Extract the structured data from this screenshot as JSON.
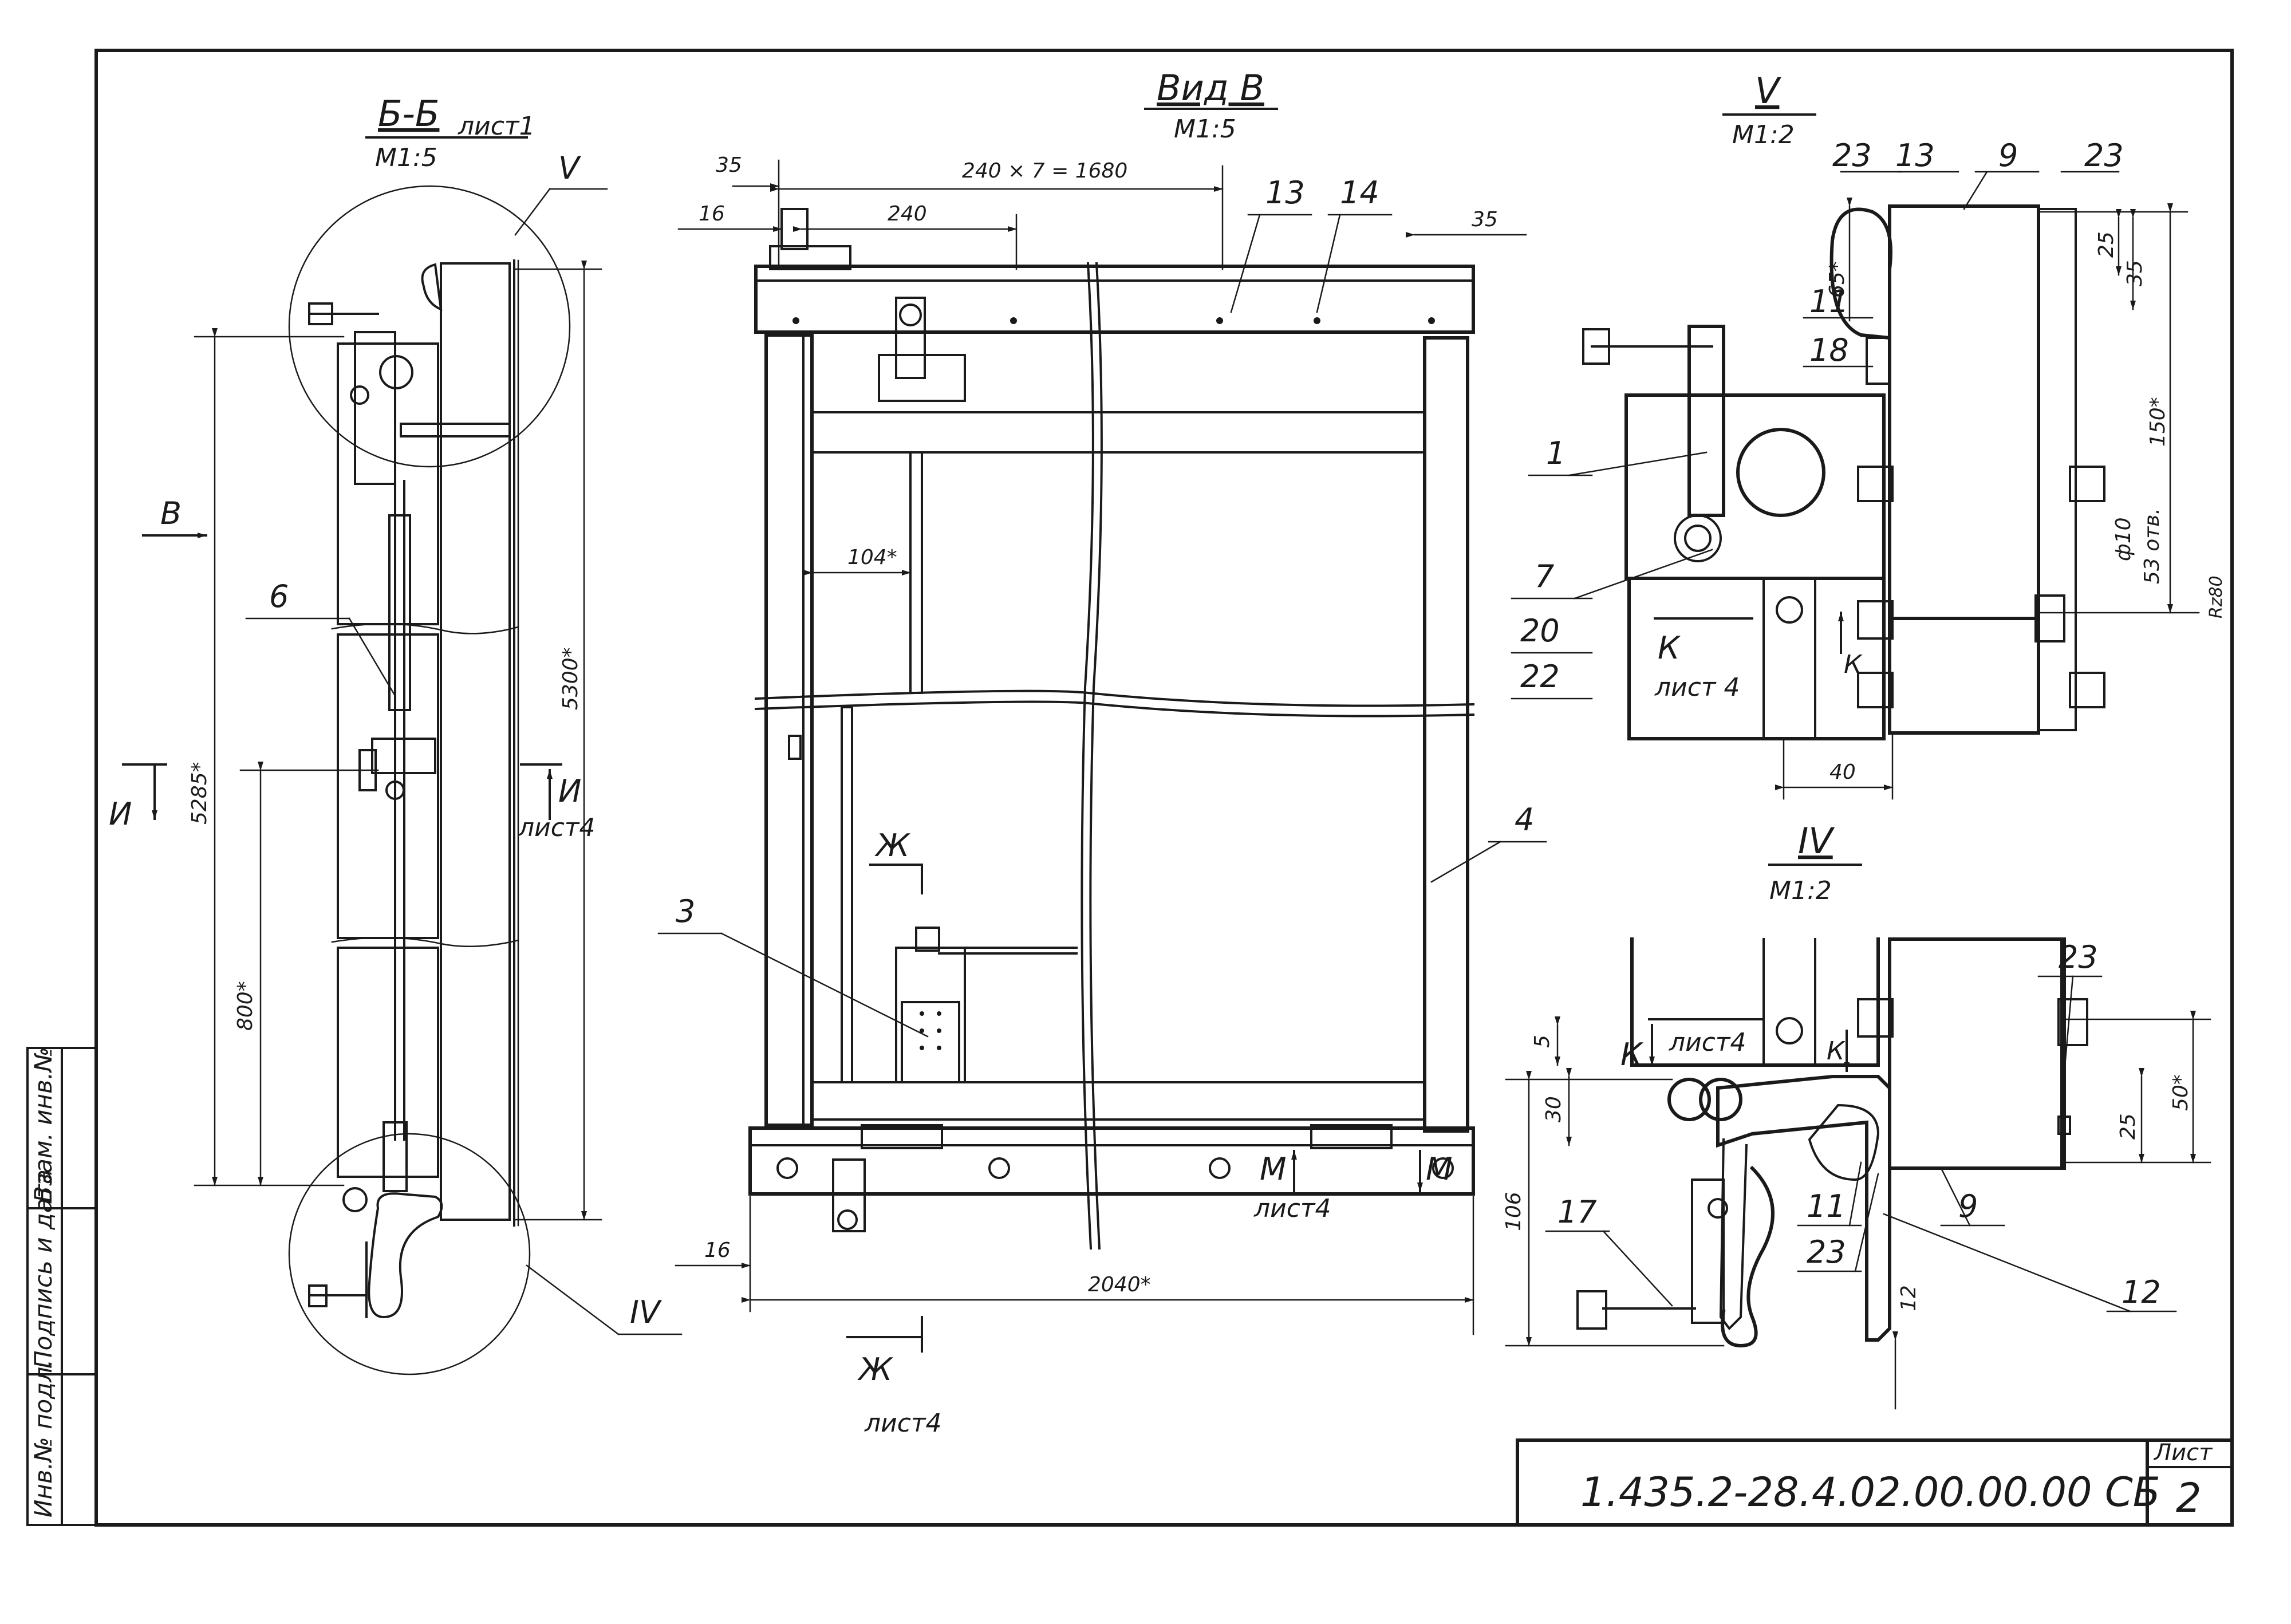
{
  "titles": {
    "section_bb": "Б-Б",
    "section_bb_sheet": "лист1",
    "section_bb_scale": "М1:5",
    "view_v": "Вид В",
    "view_v_scale": "М1:5",
    "detail_v": "V",
    "detail_v_scale": "М1:2",
    "detail_iv": "IV",
    "detail_iv_scale": "М1:2"
  },
  "callouts": {
    "c1": "1",
    "c3": "3",
    "c4": "4",
    "c6": "6",
    "c7": "7",
    "c9a": "9",
    "c9b": "9",
    "c11a": "11",
    "c11b": "11",
    "c12": "12",
    "c13a": "13",
    "c13b": "13",
    "c14": "14",
    "c17": "17",
    "c18": "18",
    "c20": "20",
    "c22": "22",
    "c23a": "23",
    "c23b": "23",
    "c23c": "23",
    "c23d": "23",
    "cV": "V",
    "cIV": "IV"
  },
  "section_marks": {
    "v": "В",
    "i_left": "И",
    "i_right": "И",
    "i_sheet": "лист4",
    "zh_top": "Ж",
    "zh_bottom": "Ж",
    "zh_sheet": "лист4",
    "m_left": "М",
    "m_right": "М",
    "m_sheet": "лист4",
    "k_top": "К",
    "k_top_arrow": "К",
    "k_top_sheet": "лист 4",
    "k_bot": "К",
    "k_bot_arrow": "К",
    "k_bot_sheet": "лист4"
  },
  "dimensions": {
    "d35_top": "35",
    "d240x7": "240 × 7 = 1680",
    "d16_top": "16",
    "d240": "240",
    "d35_right": "35",
    "d104": "104*",
    "d16_bot": "16",
    "d2040": "2040*",
    "d5285": "5285*",
    "d5300": "5300*",
    "d800": "800*",
    "d65": "65*",
    "d25_v": "25",
    "d35_v": "35",
    "d150": "150*",
    "d_hole": "ф10",
    "d_holes": "53 отв.",
    "d_ra": "Rz80",
    "d40": "40",
    "d5": "5",
    "d30": "30",
    "d106": "106",
    "d50": "50*",
    "d25_iv": "25",
    "d12": "12"
  },
  "title_block": {
    "code": "1.435.2-28.4.02.00.00.00 СБ",
    "sheet_label": "Лист",
    "sheet_no": "2"
  },
  "side_stamp": {
    "f1": "Инв.№ подл.",
    "f2": "Подпись и дата",
    "f3": "Взам. инв.№"
  }
}
